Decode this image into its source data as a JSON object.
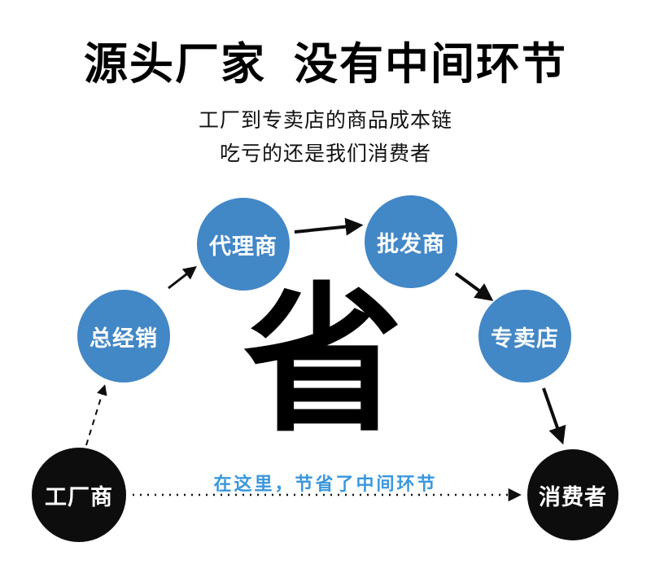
{
  "header": {
    "title": "源头厂家  没有中间环节",
    "subtitle_line1": "工厂到专卖店的商品成本链",
    "subtitle_line2": "吃亏的还是我们消费者"
  },
  "diagram": {
    "center_character": "省",
    "caption": "在这里，节省了中间环节",
    "nodes": [
      {
        "id": "factory",
        "label": "工厂商"
      },
      {
        "id": "general-distributor",
        "label": "总经销"
      },
      {
        "id": "agent",
        "label": "代理商"
      },
      {
        "id": "wholesaler",
        "label": "批发商"
      },
      {
        "id": "specialty-store",
        "label": "专卖店"
      },
      {
        "id": "consumer",
        "label": "消费者"
      }
    ],
    "colors": {
      "node_blue": "#4287c6",
      "node_black": "#0d0d0d",
      "caption_blue": "#3a97dd",
      "arrow_black": "#0d0d0d"
    }
  }
}
